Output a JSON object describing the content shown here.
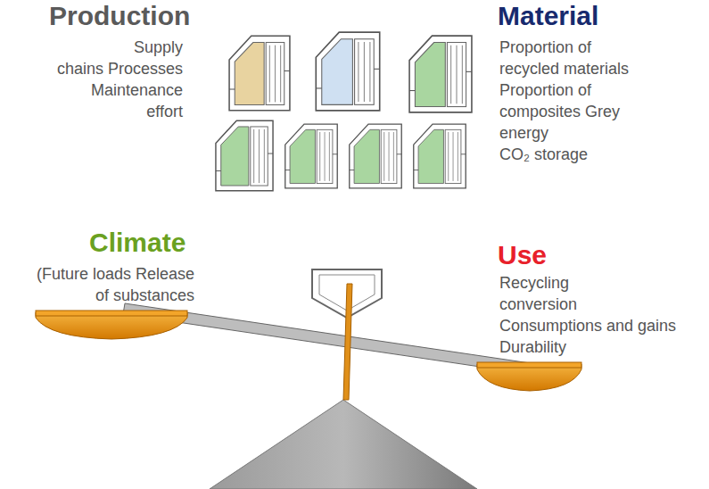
{
  "diagram": {
    "labels": [
      "Production",
      "Supply",
      "chains Processes",
      "Maintenance",
      "effort",
      "Material",
      "Proportion of",
      "recycled materials",
      "Proportion of",
      "composites Grey",
      "energy",
      "CO₂ storage",
      "Climate",
      "(Future loads Release",
      "of substances",
      "Use",
      "Recycling",
      "conversion",
      "Consumptions and gains",
      "Durability"
    ]
  }
}
